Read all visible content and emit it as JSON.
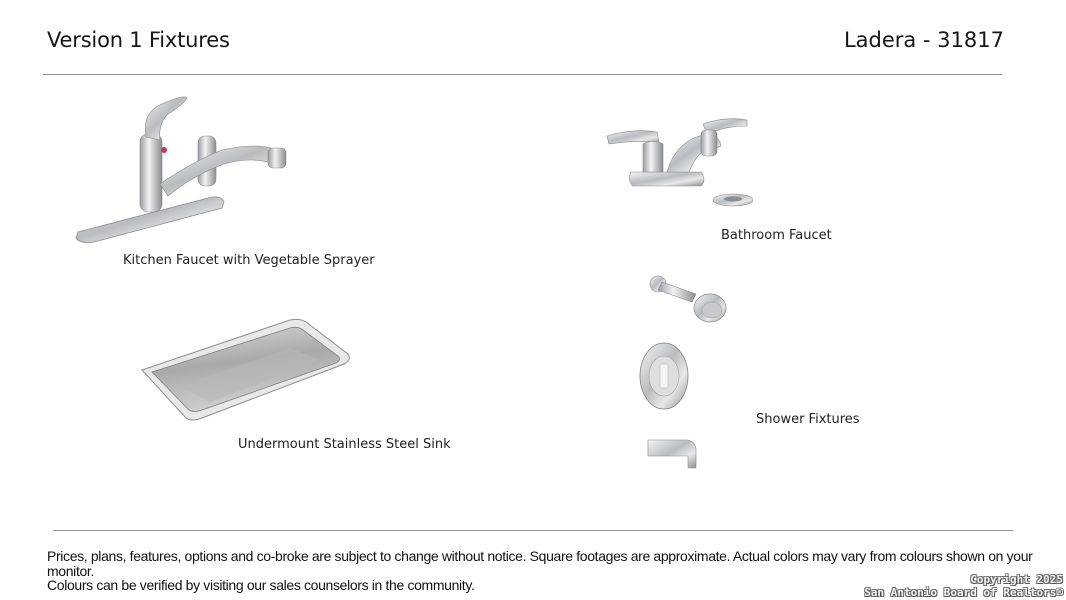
{
  "header": {
    "title": "Version 1  Fixtures",
    "community": "Ladera - 31817"
  },
  "fixtures": [
    {
      "caption": "Kitchen Faucet with Vegetable Sprayer",
      "icon": "kitchen-faucet-image"
    },
    {
      "caption": "Bathroom Faucet",
      "icon": "bathroom-faucet-image"
    },
    {
      "caption": "Undermount Stainless Steel Sink",
      "icon": "sink-image"
    },
    {
      "caption": "Shower Fixtures",
      "icon": "shower-fixtures-image"
    }
  ],
  "footer": {
    "disclaimer_line1": "Prices, plans, features, options and co-broke are subject to change without notice. Square footages are approximate. Actual colors may vary from colours shown on your monitor.",
    "disclaimer_line2": "Colours can be verified by visiting our sales counselors in the community.",
    "copyright_line1": "Copyright 2025",
    "copyright_line2": "San Antonio Board of Realtors®"
  }
}
